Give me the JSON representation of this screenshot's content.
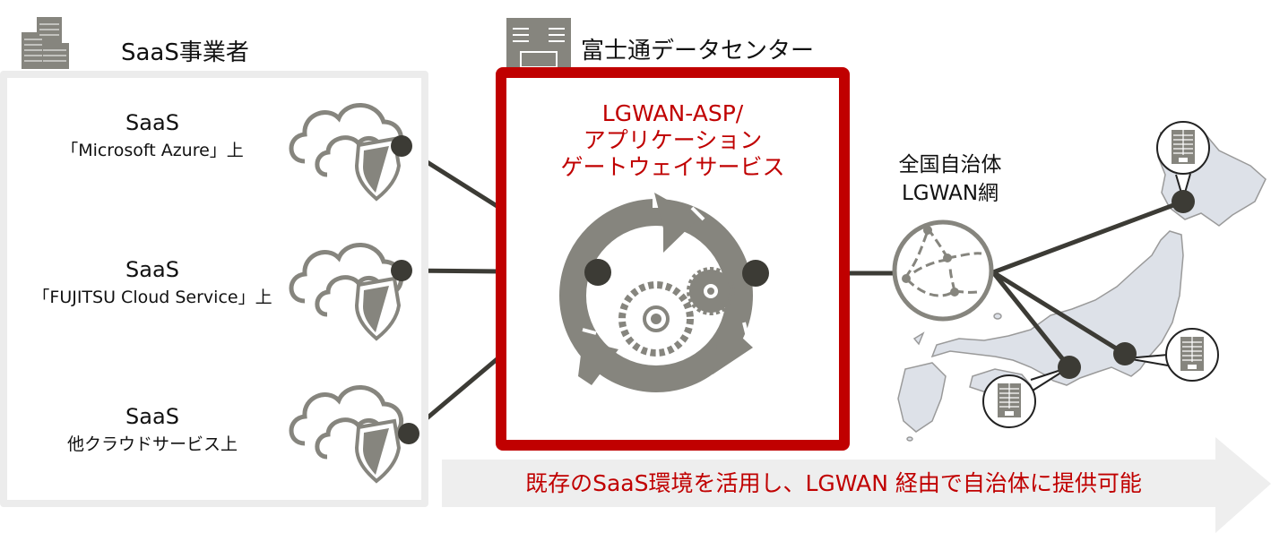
{
  "saas_provider": {
    "heading": "SaaS事業者",
    "icon": "office-buildings-icon",
    "items": [
      {
        "title": "SaaS",
        "subtitle": "「Microsoft Azure」上",
        "icon": "secure-cloud-icon"
      },
      {
        "title": "SaaS",
        "subtitle": "「FUJITSU Cloud Service」上",
        "icon": "secure-cloud-icon"
      },
      {
        "title": "SaaS",
        "subtitle": "他クラウドサービス上",
        "icon": "secure-cloud-icon"
      }
    ]
  },
  "datacenter": {
    "heading": "富士通データセンター",
    "icon": "datacenter-building-icon",
    "service_lines": [
      "LGWAN-ASP/",
      "アプリケーション",
      "ゲートウェイサービス"
    ],
    "center_icon": "cycle-gears-icon"
  },
  "network": {
    "label_lines": [
      "全国自治体",
      "LGWAN網"
    ],
    "icon": "network-globe-icon"
  },
  "municipalities": {
    "map_icon": "japan-map-icon",
    "endpoints": [
      {
        "region": "hokkaido",
        "icon": "municipal-building-icon"
      },
      {
        "region": "kanto",
        "icon": "municipal-building-icon"
      },
      {
        "region": "kansai",
        "icon": "municipal-building-icon"
      }
    ]
  },
  "banner": {
    "text": "既存のSaaS環境を活用し、LGWAN 経由で自治体に提供可能"
  },
  "colors": {
    "accent_red": "#c00000",
    "icon_gray": "#86857e",
    "line_dark": "#3c3b35",
    "panel_border": "#ececec",
    "map_fill": "#dde1e8",
    "banner_bg": "#eeeeee"
  }
}
